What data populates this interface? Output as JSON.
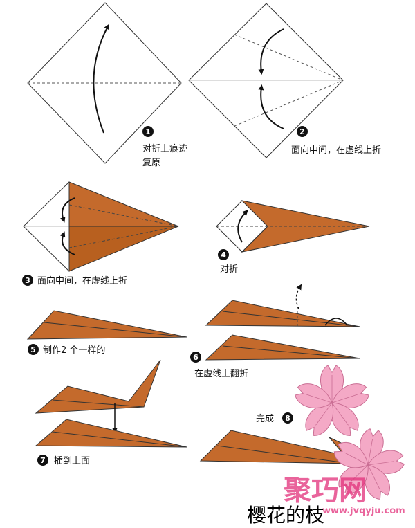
{
  "title": "樱花的枝",
  "colors": {
    "paper": "#c46a2c",
    "paper_dark": "#9a4f1c",
    "outline": "#333333",
    "blossom": "#f4a9c6",
    "blossom_line": "#c96d93",
    "watermark": "#e2307a"
  },
  "steps": [
    {
      "number": "1",
      "text_lines": [
        "对折上痕迹",
        "复原"
      ]
    },
    {
      "number": "2",
      "text_lines": [
        "面向中间，在虚线上折"
      ]
    },
    {
      "number": "3",
      "text_lines": [
        "面向中间，在虚线上折"
      ]
    },
    {
      "number": "4",
      "text_lines": [
        "对折"
      ]
    },
    {
      "number": "5",
      "text_lines": [
        "制作2 个一样的"
      ]
    },
    {
      "number": "6",
      "text_lines": [
        "在虚线上翻折"
      ]
    },
    {
      "number": "7",
      "text_lines": [
        "插到上面"
      ]
    },
    {
      "number": "8",
      "text_lines": [
        "完成"
      ]
    }
  ],
  "watermark": {
    "text": "聚巧网",
    "url": "www.jvqyju.com"
  }
}
